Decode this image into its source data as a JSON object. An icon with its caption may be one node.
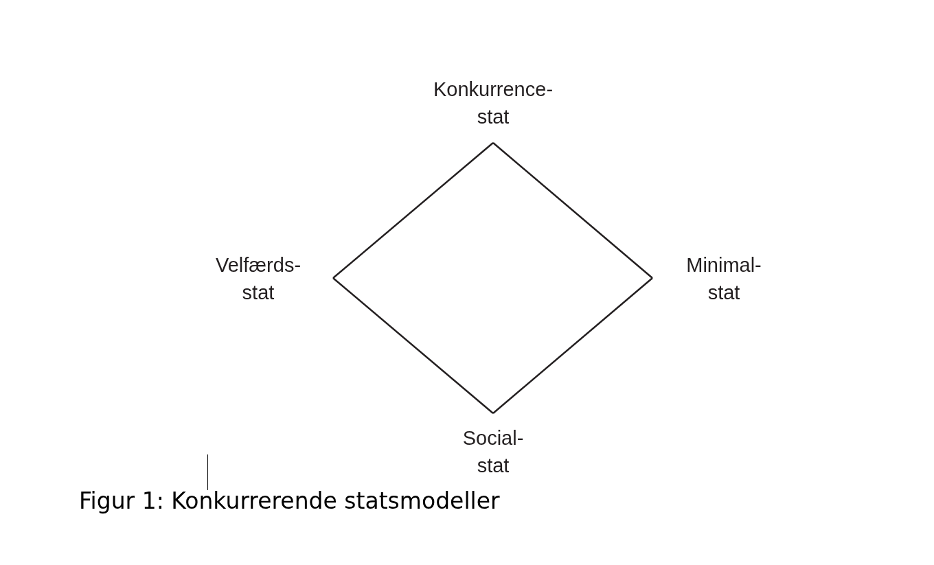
{
  "diagram": {
    "caption": "Figur 1: Konkurrerende statsmodeller",
    "nodes": [
      {
        "text": [
          "Konkurrence- stat"
        ]
      },
      {
        "text": [
          "Velfærds- stat"
        ]
      },
      {
        "text": [
          "Minimal- stat"
        ]
      },
      {
        "text": [
          "Social- stat"
        ]
      }
    ],
    "edges": [
      {
        "from": 0,
        "to": 2,
        "arrow": "none"
      },
      {
        "from": 2,
        "to": 3,
        "arrow": "none"
      },
      {
        "from": 3,
        "to": 1,
        "arrow": "none"
      },
      {
        "from": 1,
        "to": 0,
        "arrow": "none"
      }
    ]
  }
}
